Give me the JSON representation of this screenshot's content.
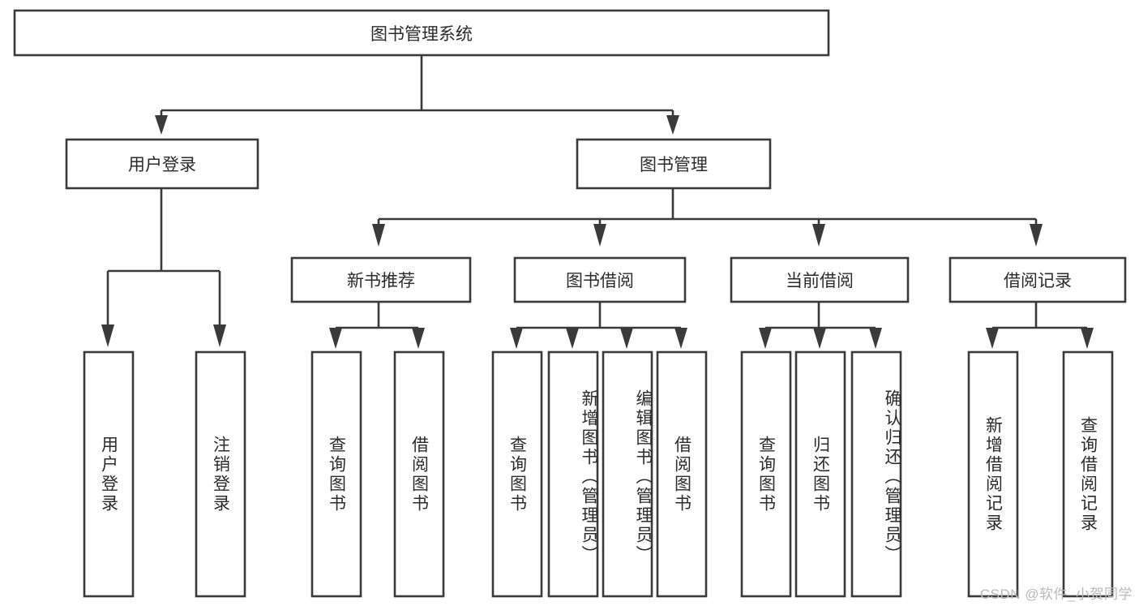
{
  "diagram": {
    "type": "tree-hierarchy",
    "title": "图书管理系统",
    "watermark": "CSDN @软件_小贺同学",
    "colors": {
      "background": "#ffffff",
      "box_fill": "#ffffff",
      "box_stroke": "#3a3a3a",
      "connector": "#3a3a3a",
      "text": "#2b2b2b",
      "watermark_text": "#b9b9b9"
    },
    "root": {
      "label": "图书管理系统",
      "orientation": "horizontal"
    },
    "level2": [
      {
        "label": "用户登录",
        "orientation": "horizontal"
      },
      {
        "label": "图书管理",
        "orientation": "horizontal"
      }
    ],
    "level3": [
      {
        "label": "新书推荐",
        "orientation": "horizontal"
      },
      {
        "label": "图书借阅",
        "orientation": "horizontal"
      },
      {
        "label": "当前借阅",
        "orientation": "horizontal"
      },
      {
        "label": "借阅记录",
        "orientation": "horizontal"
      }
    ],
    "leaves": {
      "user_login": [
        {
          "label": "用户登录",
          "orientation": "vertical"
        },
        {
          "label": "注销登录",
          "orientation": "vertical"
        }
      ],
      "new_book_recommend": [
        {
          "label": "查询图书",
          "orientation": "vertical"
        },
        {
          "label": "借阅图书",
          "orientation": "vertical"
        }
      ],
      "book_borrow": [
        {
          "label": "查询图书",
          "orientation": "vertical"
        },
        {
          "label": "新增图书（管理员）",
          "orientation": "vertical"
        },
        {
          "label": "编辑图书（管理员）",
          "orientation": "vertical"
        },
        {
          "label": "借阅图书",
          "orientation": "vertical"
        }
      ],
      "current_borrow": [
        {
          "label": "查询图书",
          "orientation": "vertical"
        },
        {
          "label": "归还图书",
          "orientation": "vertical"
        },
        {
          "label": "确认归还（管理员）",
          "orientation": "vertical"
        }
      ],
      "borrow_record": [
        {
          "label": "新增借阅记录",
          "orientation": "vertical"
        },
        {
          "label": "查询借阅记录",
          "orientation": "vertical"
        }
      ]
    }
  }
}
